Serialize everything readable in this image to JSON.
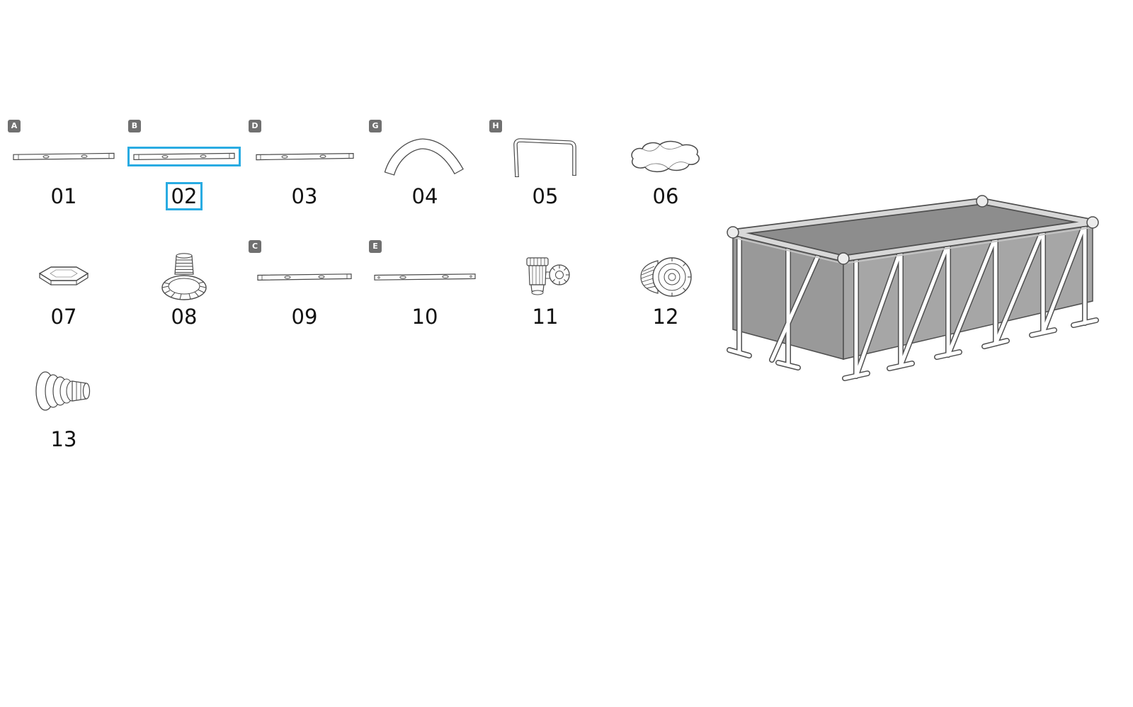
{
  "colors": {
    "highlight": "#29abe2",
    "badge_bg": "#707070",
    "line": "#4a4a4a",
    "pool_top": "#8d8d8d",
    "pool_left_wall": "#999999",
    "pool_front_wall": "#a6a6a6",
    "pool_rim": "#d8d8d8"
  },
  "parts": [
    {
      "id": "01",
      "badge": "A",
      "selected": false
    },
    {
      "id": "02",
      "badge": "B",
      "selected": true
    },
    {
      "id": "03",
      "badge": "D",
      "selected": false
    },
    {
      "id": "04",
      "badge": "G",
      "selected": false
    },
    {
      "id": "05",
      "badge": "H",
      "selected": false
    },
    {
      "id": "06",
      "badge": "",
      "selected": false
    },
    {
      "id": "07",
      "badge": "",
      "selected": false
    },
    {
      "id": "08",
      "badge": "",
      "selected": false
    },
    {
      "id": "09",
      "badge": "C",
      "selected": false
    },
    {
      "id": "10",
      "badge": "E",
      "selected": false
    },
    {
      "id": "11",
      "badge": "",
      "selected": false
    },
    {
      "id": "12",
      "badge": "",
      "selected": false
    },
    {
      "id": "13",
      "badge": "",
      "selected": false
    }
  ]
}
